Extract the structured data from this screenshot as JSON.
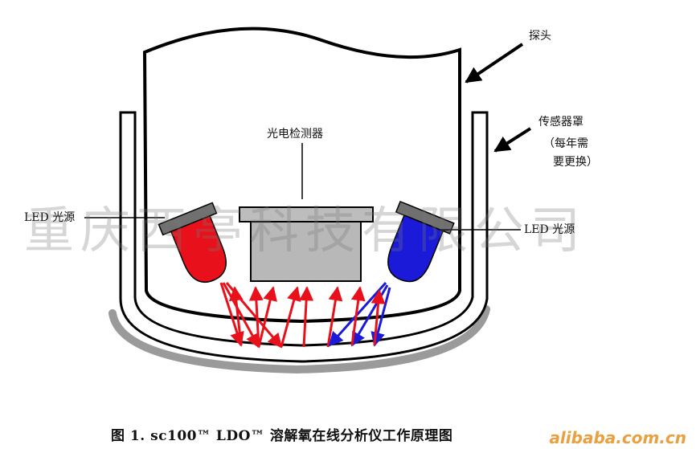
{
  "labels": {
    "probe": "探头",
    "sensor_cover_line1": "传感器罩",
    "sensor_cover_line2": "（每年需",
    "sensor_cover_line3": "要更换）",
    "photodetector": "光电检测器",
    "led_left": "LED 光源",
    "led_right": "LED 光源"
  },
  "caption": "图 1.  sc100™ LDO™ 溶解氧在线分析仪工作原理图",
  "watermark": "重庆西亭科技有限公司",
  "site_mark": "alibaba.com.cn",
  "colors": {
    "red_led": "#e8101a",
    "blue_led": "#1a1ad8",
    "detector_fill": "#b8b8b8",
    "led_cap": "#707070",
    "shadow_arc": "#9a9a9a",
    "outline": "#000000",
    "watermark": "#9a9a9a",
    "site_mark": "#e8a040"
  }
}
